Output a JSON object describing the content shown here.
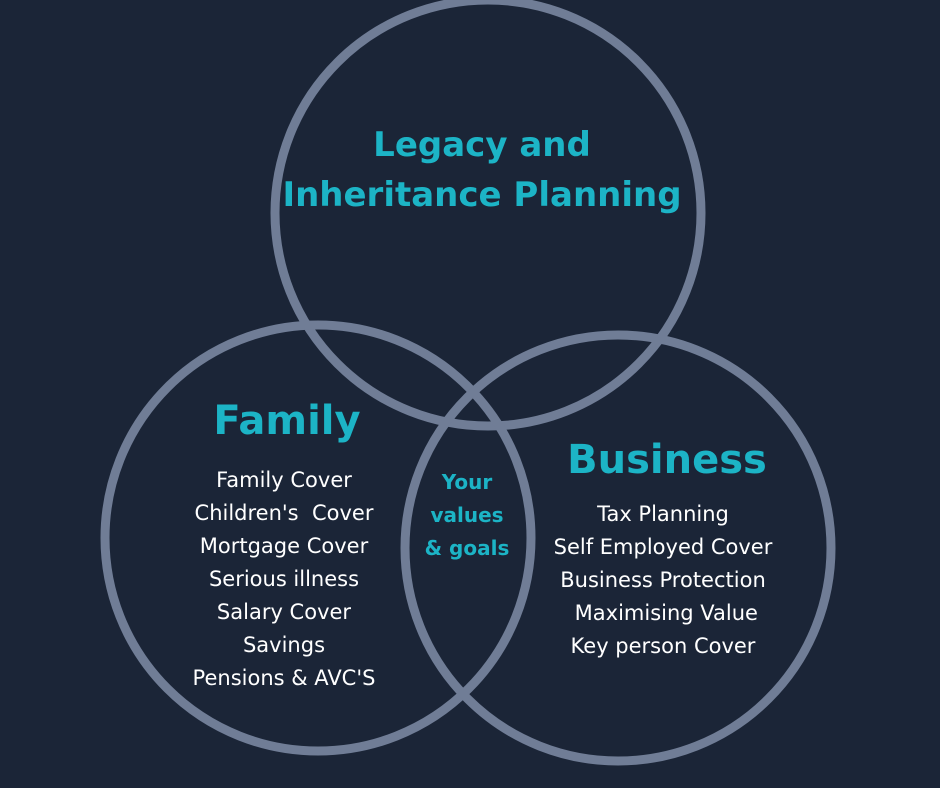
{
  "colors": {
    "background": "#1b2537",
    "circle_stroke": "#707d96",
    "accent": "#1cb4c6",
    "text": "#ffffff"
  },
  "top": {
    "title_line1": "Legacy and",
    "title_line2": "Inheritance Planning"
  },
  "family": {
    "title": "Family",
    "items": [
      "Family Cover",
      "Children's  Cover",
      "Mortgage Cover",
      "Serious illness",
      "Salary Cover",
      "Savings",
      "Pensions & AVC'S"
    ]
  },
  "business": {
    "title": "Business",
    "items": [
      "Tax Planning",
      "Self Employed Cover",
      "Business Protection",
      " Maximising Value",
      "Key person Cover"
    ]
  },
  "center": {
    "line1": "Your",
    "line2": "values",
    "line3": "& goals"
  }
}
